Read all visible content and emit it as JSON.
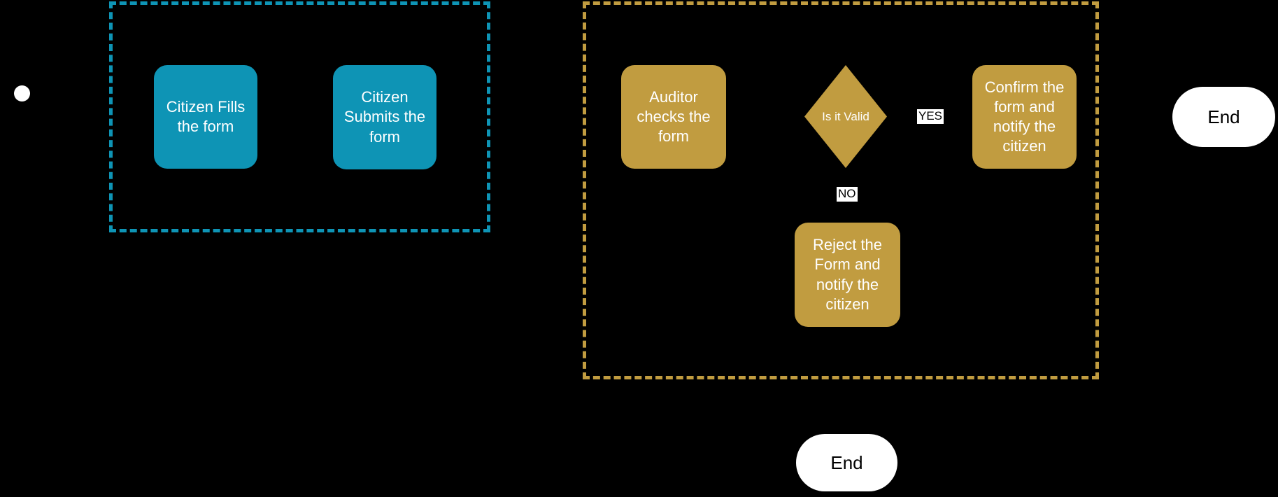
{
  "diagram": {
    "type": "flowchart",
    "background": "#000000"
  },
  "colors": {
    "citizen_lane_border": "#0E94B5",
    "citizen_task_fill": "#0E94B5",
    "auditor_lane_border": "#C19C40",
    "auditor_task_fill": "#C19C40",
    "task_text": "#FFFFFF",
    "terminal_fill": "#FFFFFF",
    "terminal_text": "#000000",
    "edge_label_bg": "#FFFFFF",
    "edge_label_text": "#000000",
    "start_event_fill": "#FFFFFF"
  },
  "lanes": {
    "citizen": {
      "id": "citizen-lane"
    },
    "auditor": {
      "id": "auditor-lane"
    }
  },
  "nodes": {
    "start": {
      "shape": "circle"
    },
    "citizen_fills": {
      "label": "Citizen Fills the form",
      "shape": "rounded-rect"
    },
    "citizen_submits": {
      "label": "Citizen Submits the form",
      "shape": "rounded-rect"
    },
    "auditor_checks": {
      "label": "Auditor checks the form",
      "shape": "rounded-rect"
    },
    "is_it_valid": {
      "label": "Is it Valid",
      "shape": "diamond"
    },
    "confirm": {
      "label": "Confirm the form and notify the citizen",
      "shape": "rounded-rect"
    },
    "reject": {
      "label": "Reject the Form and notify the citizen",
      "shape": "rounded-rect"
    },
    "end_right": {
      "label": "End",
      "shape": "stadium"
    },
    "end_bottom": {
      "label": "End",
      "shape": "stadium"
    }
  },
  "edge_labels": {
    "yes": {
      "label": "YES"
    },
    "no": {
      "label": "NO"
    }
  }
}
